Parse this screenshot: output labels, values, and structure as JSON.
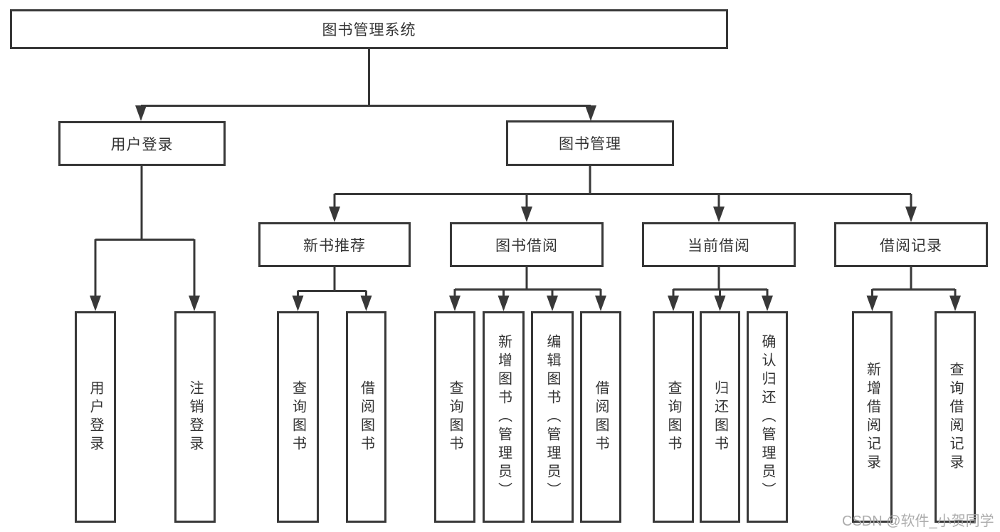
{
  "colors": {
    "line": "#383838",
    "text": "#333333",
    "watermark": "#a6a6a6",
    "background": "#ffffff"
  },
  "watermark": {
    "text": "CSDN @软件_小贺同学"
  },
  "tree": {
    "root": {
      "label": "图书管理系统"
    },
    "branches": [
      {
        "label": "用户登录",
        "leaves": [
          {
            "label": "用户登录"
          },
          {
            "label": "注销登录"
          }
        ]
      },
      {
        "label": "图书管理",
        "groups": [
          {
            "label": "新书推荐",
            "leaves": [
              {
                "label": "查询图书"
              },
              {
                "label": "借阅图书"
              }
            ]
          },
          {
            "label": "图书借阅",
            "leaves": [
              {
                "label": "查询图书"
              },
              {
                "label": "新增图书（管理员）"
              },
              {
                "label": "编辑图书（管理员）"
              },
              {
                "label": "借阅图书"
              }
            ]
          },
          {
            "label": "当前借阅",
            "leaves": [
              {
                "label": "查询图书"
              },
              {
                "label": "归还图书"
              },
              {
                "label": "确认归还（管理员）"
              }
            ]
          },
          {
            "label": "借阅记录",
            "leaves": [
              {
                "label": "新增借阅记录"
              },
              {
                "label": "查询借阅记录"
              }
            ]
          }
        ]
      }
    ]
  }
}
